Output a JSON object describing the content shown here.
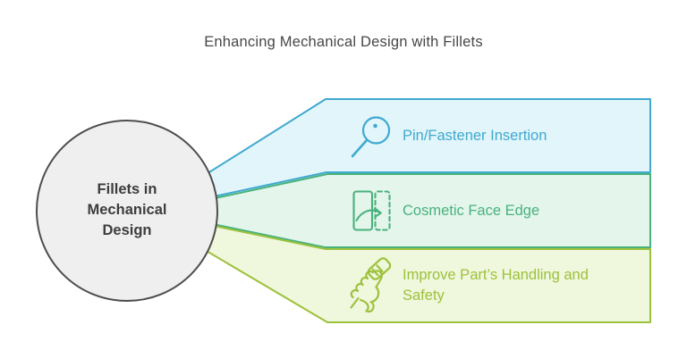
{
  "title": "Enhancing Mechanical Design with Fillets",
  "center": {
    "label": "Fillets in Mechanical Design"
  },
  "branches": [
    {
      "id": "pin-fastener-insertion",
      "label": "Pin/Fastener Insertion",
      "accent": "#3fa9cf",
      "fill": "#e1f5fb",
      "icon": "magnifier-pin-icon"
    },
    {
      "id": "cosmetic-face-edge",
      "label": "Cosmetic Face Edge",
      "accent": "#49b27c",
      "fill": "#e4f5ec",
      "icon": "flip-face-icon"
    },
    {
      "id": "improve-handling-safety",
      "label": "Improve Part’s Handling and Safety",
      "accent": "#9dc13c",
      "fill": "#eff7dc",
      "icon": "hand-grip-icon"
    }
  ],
  "colors": {
    "background": "#ffffff",
    "circle_fill": "#efefef",
    "circle_border": "#4d4d4d",
    "title_text": "#474747",
    "center_text": "#3d3d3d"
  }
}
